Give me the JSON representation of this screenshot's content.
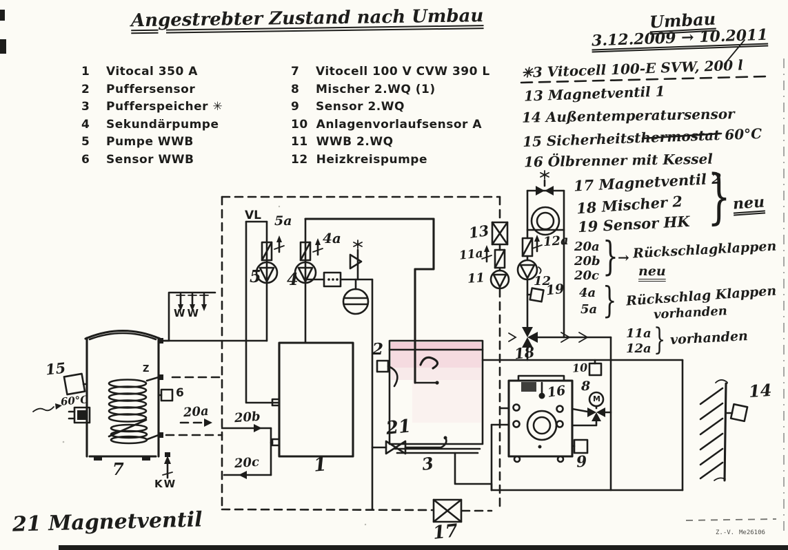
{
  "header": {
    "title": "Angestrebter Zustand nach Umbau",
    "revision_title": "Umbau",
    "revision_dates": "3.12.2009 → 10.2011"
  },
  "legend_left": [
    {
      "num": "1",
      "label": "Vitocal 350 A"
    },
    {
      "num": "2",
      "label": "Puffersensor"
    },
    {
      "num": "3",
      "label": "Pufferspeicher ✳"
    },
    {
      "num": "4",
      "label": "Sekundärpumpe"
    },
    {
      "num": "5",
      "label": "Pumpe WWB"
    },
    {
      "num": "6",
      "label": "Sensor WWB"
    }
  ],
  "legend_right": [
    {
      "num": "7",
      "label": "Vitocell 100 V CVW 390 L"
    },
    {
      "num": "8",
      "label": "Mischer 2.WQ (1)"
    },
    {
      "num": "9",
      "label": "Sensor 2.WQ"
    },
    {
      "num": "10",
      "label": "Anlagenvorlaufsensor A"
    },
    {
      "num": "11",
      "label": "WWB 2.WQ"
    },
    {
      "num": "12",
      "label": "Heizkreispumpe"
    }
  ],
  "notes": {
    "starred_item": "✳3  Vitocell 100-E SVW, 200 l",
    "item13": "13  Magnetventil 1",
    "item14": "14  Außentemperatursensor",
    "item15": "15  Sicherheitsthermostat 60°C",
    "item16": "16  Ölbrenner mit Kessel",
    "item17": "17 Magnetventil 2",
    "item18": "18 Mischer 2",
    "item19": "19 Sensor HK",
    "brace": "}",
    "arrow_right": "→",
    "neu": "neu",
    "g20a": "20a",
    "g20b": "20b",
    "g20c": "20c",
    "rsk_neu_label": "Rückschlagklappen",
    "rsk_neu_note": "neu",
    "g4a": "4a",
    "g5a": "5a",
    "rsk_vorh_label": "Rückschlag Klappen",
    "rsk_vorh_note": "vorhanden",
    "g11a": "11a",
    "g12a": "12a",
    "vorhanden": "vorhanden"
  },
  "diagram": {
    "vl": "VL",
    "ww": "WW",
    "kw": "KW",
    "z": "Z",
    "pump5": "5",
    "pump4": "4",
    "label_5a": "5a",
    "label_4a": "4a",
    "label_15": "15",
    "temp": "60°C",
    "sensor6": "6",
    "label_20a": "20a",
    "label_20b": "20b",
    "label_20c": "20c",
    "tank7": "7",
    "unit1": "1",
    "sensor2": "2",
    "tank3": "3",
    "valve21": "21",
    "valve13": "13",
    "label_11a": "11a",
    "pump11": "11",
    "pump12": "12",
    "label_12a": "12a",
    "sensor19": "19",
    "mixer18": "18",
    "boiler16": "16",
    "sensor10": "10",
    "mixer8": "8",
    "motor_m": "M",
    "sensor9": "9",
    "valve17": "17",
    "sensor14": "14"
  },
  "footer": {
    "handnote": "21 Magnetventil",
    "print_left": "Z.-V.",
    "print_right": "Me26106"
  },
  "colors": {
    "ink": "#1d1d1b",
    "paper": "#fcfbf5",
    "pink": "#e9a9bd"
  }
}
